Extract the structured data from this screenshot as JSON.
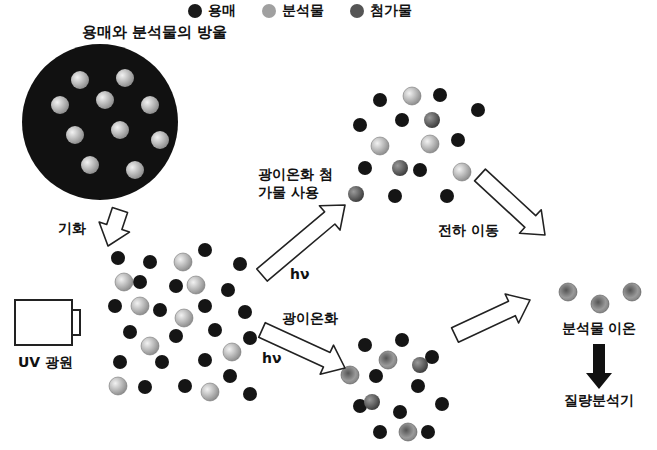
{
  "diagram": {
    "nodes": [
      {
        "text": [
          "용매와 분석물의 방울"
        ]
      },
      {
        "text": [
          "분석물 이온"
        ]
      },
      {
        "text": [
          "질량분석기"
        ]
      }
    ],
    "edges": [
      {
        "from": 1,
        "to": 2,
        "arrow": "to"
      }
    ],
    "labels": [
      "기화",
      "광이온화 첨가물 사용",
      "hν",
      "광이온화",
      "hν",
      "전하 이동",
      "UV 광원"
    ],
    "legend": [
      {
        "text": "용매",
        "color": "#1a1a1a"
      },
      {
        "text": "분석물",
        "color": "#a0a0a0"
      },
      {
        "text": "첨가물",
        "color": "#555555"
      }
    ]
  }
}
